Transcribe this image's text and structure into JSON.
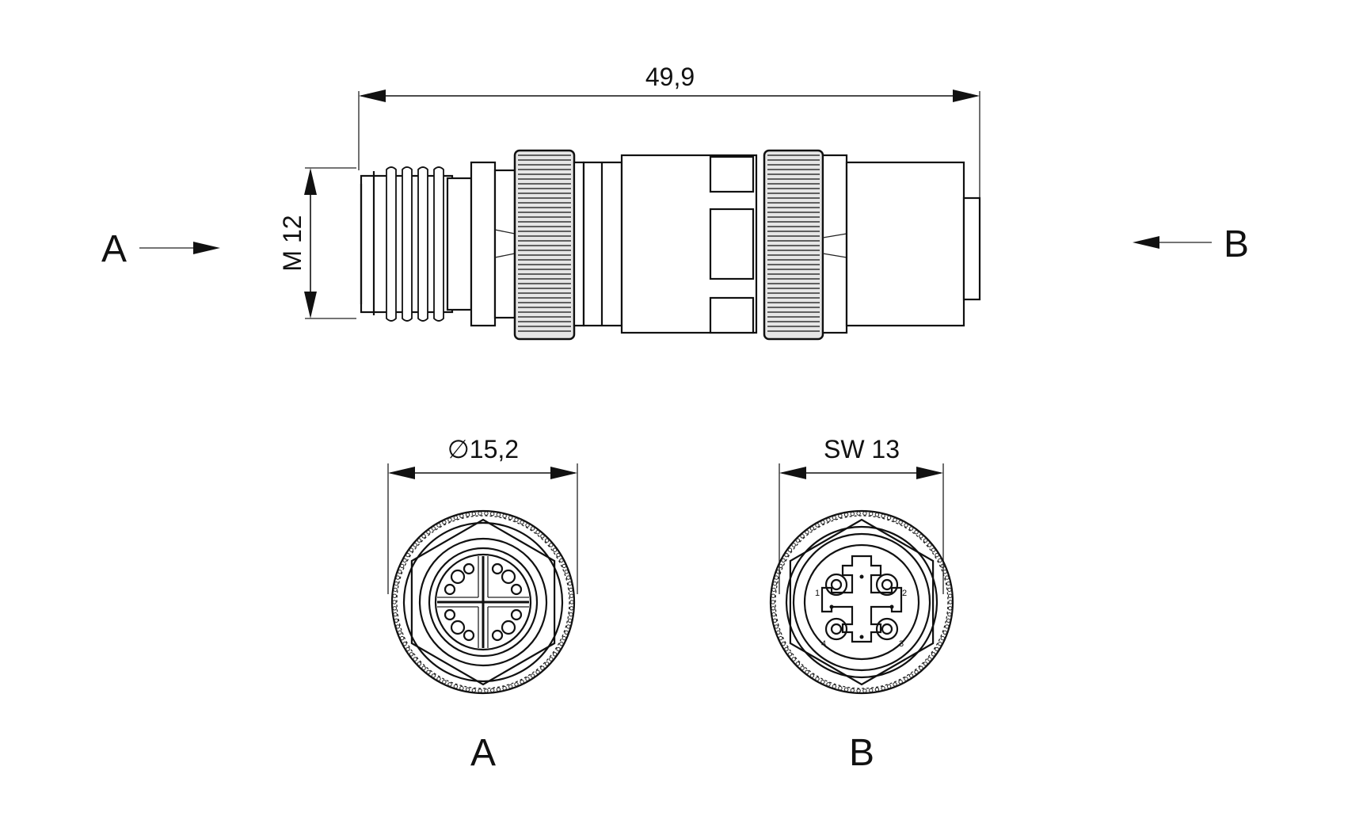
{
  "dimensions": {
    "length": "49,9",
    "thread": "M 12",
    "diameter": "∅15,2",
    "wrench": "SW 13"
  },
  "view_markers": {
    "left": "A",
    "right": "B"
  },
  "views": {
    "a_label": "A",
    "b_label": "B"
  },
  "pins_b": [
    "1",
    "2",
    "3",
    "4"
  ],
  "colors": {
    "line": "#111111",
    "background": "#ffffff"
  }
}
